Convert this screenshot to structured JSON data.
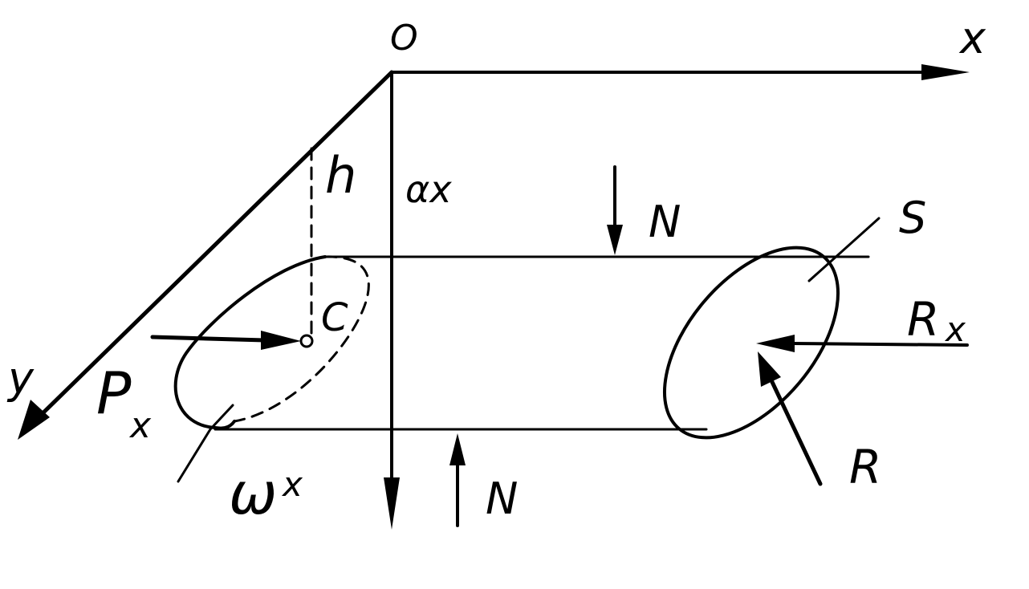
{
  "labels": {
    "origin": "O",
    "x_axis": "x",
    "y_axis": "y",
    "depth": "h",
    "ox": "αx",
    "normal_top": "N",
    "normal_bottom": "N",
    "surface": "S",
    "centroid": "C",
    "pressure_main": "P",
    "pressure_sub": "x",
    "area_main": "ω",
    "area_sub": "x",
    "reaction_x_main": "R",
    "reaction_x_sub": "x",
    "reaction": "R"
  },
  "colors": {
    "ink": "#000000",
    "paper": "#ffffff"
  }
}
